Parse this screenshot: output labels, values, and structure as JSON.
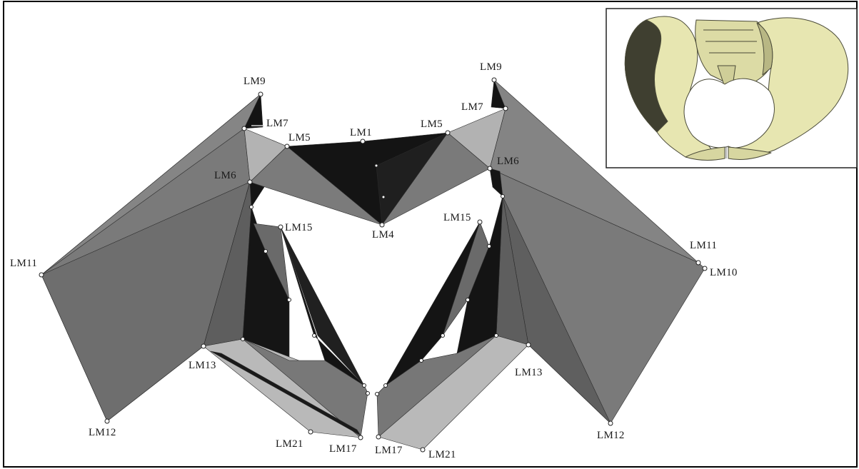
{
  "figure": {
    "colors": {
      "border": "#000000",
      "dark": "#141414",
      "medium": "#787878",
      "mediumDark": "#5f5f5f",
      "light": "#b4b4b4",
      "bone": "#e8e7b4",
      "boneShade": "#9c9b6a",
      "boneDark": "#3a3a2a"
    }
  },
  "landmarks": {
    "lm1": "LM1",
    "lm4": "LM4",
    "lm5_left": "LM5",
    "lm5_right": "LM5",
    "lm6_left": "LM6",
    "lm6_right": "LM6",
    "lm7_left": "LM7",
    "lm7_right": "LM7",
    "lm9_left": "LM9",
    "lm9_right": "LM9",
    "lm10_right": "LM10",
    "lm11_left": "LM11",
    "lm11_right": "LM11",
    "lm12_left": "LM12",
    "lm12_right": "LM12",
    "lm13_left": "LM13",
    "lm13_right": "LM13",
    "lm15_left": "LM15",
    "lm15_right": "LM15",
    "lm17_left": "LM17",
    "lm17_right": "LM17",
    "lm21_left": "LM21",
    "lm21_right": "LM21"
  },
  "inset": {
    "icon": "pelvis-bone-illustration"
  }
}
